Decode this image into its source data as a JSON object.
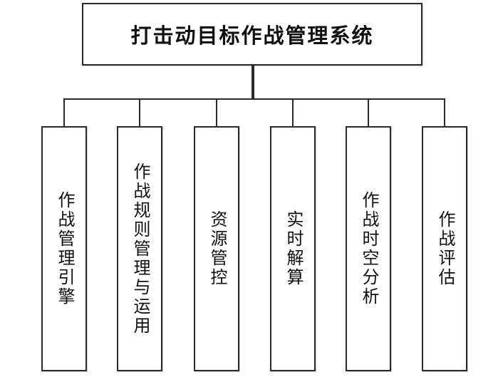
{
  "diagram": {
    "title": "打击动目标作战管理系统",
    "root": {
      "label": "打击动目标作战管理系统"
    },
    "children": [
      {
        "label": "作战管理引擎"
      },
      {
        "label": "作战规则管理与运用"
      },
      {
        "label": "资源管控"
      },
      {
        "label": "实时解算"
      },
      {
        "label": "作战时空分析"
      },
      {
        "label": "作战评估"
      }
    ],
    "colors": {
      "background": "#ffffff",
      "border": "#2b2b2b",
      "text": "#111111"
    }
  }
}
